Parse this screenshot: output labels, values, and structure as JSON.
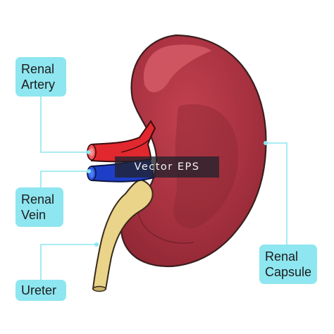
{
  "labels": {
    "renal_artery": [
      "Renal",
      "Artery"
    ],
    "renal_vein": [
      "Renal",
      "Vein"
    ],
    "ureter": [
      "Ureter"
    ],
    "renal_capsule": [
      "Renal",
      "Capsule"
    ]
  },
  "watermark": "Vector EPS",
  "colors": {
    "label_background": "#8ee6f0",
    "kidney": "#a63545",
    "kidney_highlight": "#d45a66",
    "artery": "#e0282e",
    "vein": "#1f3ec8",
    "ureter": "#e9d48a",
    "leader_line": "#8ee6f0"
  }
}
